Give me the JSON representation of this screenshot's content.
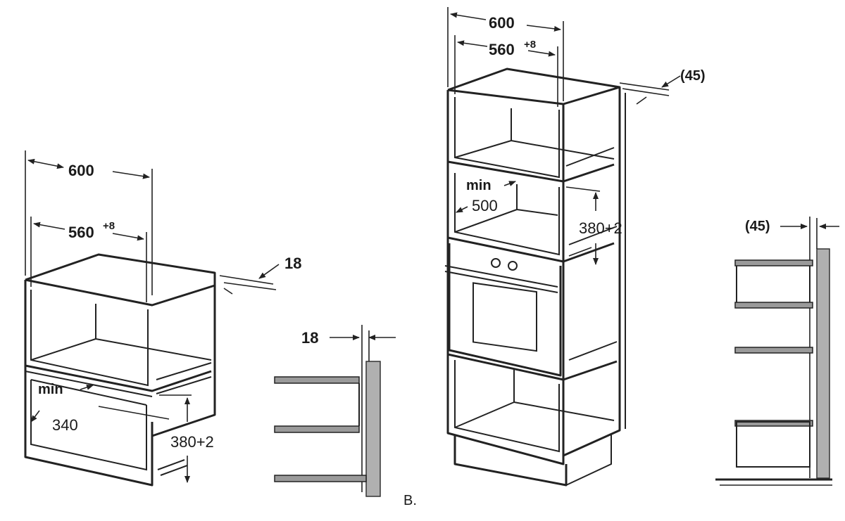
{
  "figure_left": {
    "width_label": "600",
    "inner_width_label": "560",
    "inner_width_tolerance": "+8",
    "panel_thickness_label": "18",
    "min_label": "min",
    "depth_label": "340",
    "height_label": "380+2"
  },
  "figure_left_side": {
    "thickness_label": "18"
  },
  "figure_center": {
    "width_label": "600",
    "inner_width_label": "560",
    "inner_width_tolerance": "+8",
    "back_gap_label": "(45)",
    "min_label": "min",
    "depth_label": "500",
    "height_label": "380+2",
    "caption": "B."
  },
  "figure_right_side": {
    "back_gap_label": "(45)"
  }
}
